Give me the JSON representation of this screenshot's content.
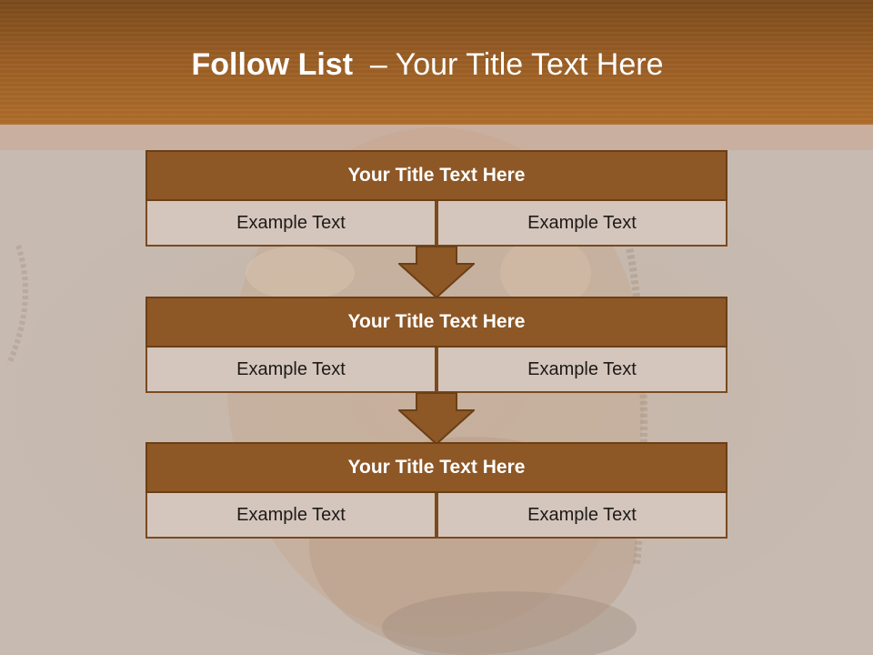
{
  "slide": {
    "title_bold": "Follow List",
    "title_rest": "  – Your Title Text Here"
  },
  "blocks": [
    {
      "title": "Your Title Text Here",
      "left": "Example Text",
      "right": "Example Text"
    },
    {
      "title": "Your Title Text Here",
      "left": "Example Text",
      "right": "Example Text"
    },
    {
      "title": "Your Title Text Here",
      "left": "Example Text",
      "right": "Example Text"
    }
  ],
  "colors": {
    "header": "#9a5e25",
    "block_title": "#8d5726",
    "block_cell": "#d4c6bd",
    "arrow": "#8d5726"
  },
  "icons": [
    "down-arrow-icon"
  ]
}
